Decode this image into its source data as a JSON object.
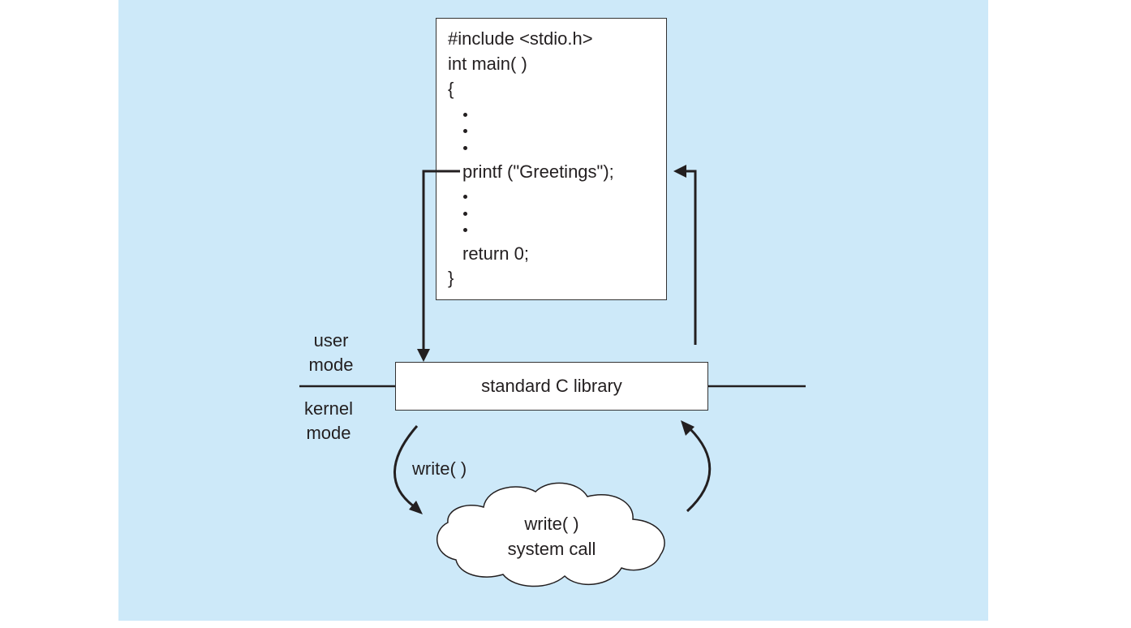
{
  "colors": {
    "background": "#cde9f9",
    "box_fill": "#ffffff",
    "stroke": "#231f20"
  },
  "code": {
    "lines": [
      "#include <stdio.h>",
      "int main( )",
      "{",
      "printf (\"Greetings\");",
      "return 0;",
      "}"
    ]
  },
  "library": {
    "label": "standard C library"
  },
  "modes": {
    "user_line1": "user",
    "user_line2": "mode",
    "kernel_line1": "kernel",
    "kernel_line2": "mode"
  },
  "arrow_label": "write( )",
  "cloud": {
    "line1": "write( )",
    "line2": "system call"
  }
}
